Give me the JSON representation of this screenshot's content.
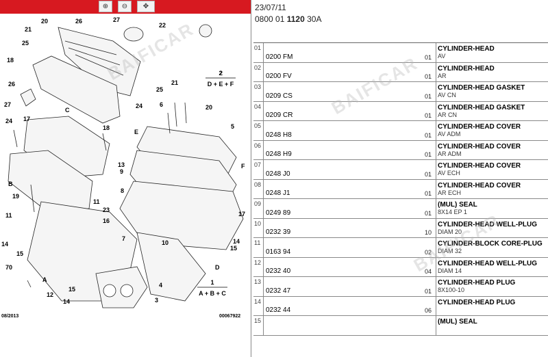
{
  "toolbar": {
    "buttons": [
      {
        "name": "zoom-in-button",
        "icon": "zoom-in-icon",
        "glyph": "⊕"
      },
      {
        "name": "zoom-out-button",
        "icon": "zoom-out-icon",
        "glyph": "⊖"
      },
      {
        "name": "zoom-pan-button",
        "icon": "zoom-pan-icon",
        "glyph": "✥"
      }
    ],
    "color": "#d71920"
  },
  "diagram": {
    "footer_left": "08/2013",
    "footer_right": "00067922",
    "formulas": [
      {
        "num": "2",
        "text": "D + E + F"
      },
      {
        "num": "1",
        "text": "A + B + C"
      }
    ],
    "callouts": [
      "20",
      "26",
      "27",
      "22",
      "21",
      "25",
      "18",
      "2",
      "26",
      "27",
      "24",
      "17",
      "C",
      "18",
      "6",
      "21",
      "25",
      "20",
      "E",
      "24",
      "5",
      "B",
      "13",
      "9",
      "19",
      "11",
      "F",
      "8",
      "11",
      "16",
      "23",
      "17",
      "14",
      "15",
      "10",
      "7",
      "70",
      "A",
      "4",
      "D",
      "12",
      "14",
      "15",
      "3",
      "1",
      "14",
      "15"
    ],
    "watermark": "BAIFICAR"
  },
  "header": {
    "date": "23/07/11",
    "code_a": "0800 01",
    "code_b": "1120",
    "code_c": "30A"
  },
  "parts": [
    {
      "idx": "01",
      "ref": "0200 FM",
      "pre": "01",
      "name": "CYLINDER-HEAD",
      "sub": "AV"
    },
    {
      "idx": "02",
      "ref": "0200 FV",
      "pre": "01",
      "name": "CYLINDER-HEAD",
      "sub": "AR"
    },
    {
      "idx": "03",
      "ref": "0209 CS",
      "pre": "01",
      "name": "CYLINDER-HEAD GASKET",
      "sub": "AV CN"
    },
    {
      "idx": "04",
      "ref": "0209 CR",
      "pre": "01",
      "name": "CYLINDER-HEAD GASKET",
      "sub": "AR CN"
    },
    {
      "idx": "05",
      "ref": "0248 H8",
      "pre": "01",
      "name": "CYLINDER-HEAD COVER",
      "sub": "AV ADM"
    },
    {
      "idx": "06",
      "ref": "0248 H9",
      "pre": "01",
      "name": "CYLINDER-HEAD COVER",
      "sub": "AR ADM"
    },
    {
      "idx": "07",
      "ref": "0248 J0",
      "pre": "01",
      "name": "CYLINDER-HEAD COVER",
      "sub": "AV ECH"
    },
    {
      "idx": "08",
      "ref": "0248 J1",
      "pre": "01",
      "name": "CYLINDER-HEAD COVER",
      "sub": "AR ECH"
    },
    {
      "idx": "09",
      "ref": "0249 89",
      "pre": "01",
      "name": "(MUL) SEAL",
      "sub": "8X14 EP 1"
    },
    {
      "idx": "10",
      "ref": "0232 39",
      "pre": "10",
      "name": "CYLINDER-HEAD WELL-PLUG",
      "sub": "DIAM 20"
    },
    {
      "idx": "11",
      "ref": "0163 94",
      "pre": "02",
      "name": "CYLINDER-BLOCK CORE-PLUG",
      "sub": "DIAM 32"
    },
    {
      "idx": "12",
      "ref": "0232 40",
      "pre": "04",
      "name": "CYLINDER-HEAD WELL-PLUG",
      "sub": "DIAM 14"
    },
    {
      "idx": "13",
      "ref": "0232 47",
      "pre": "01",
      "name": "CYLINDER-HEAD PLUG",
      "sub": "8X100-10"
    },
    {
      "idx": "14",
      "ref": "0232 44",
      "pre": "06",
      "name": "CYLINDER-HEAD PLUG",
      "sub": ""
    },
    {
      "idx": "15",
      "ref": "",
      "pre": "",
      "name": "(MUL) SEAL",
      "sub": ""
    }
  ]
}
